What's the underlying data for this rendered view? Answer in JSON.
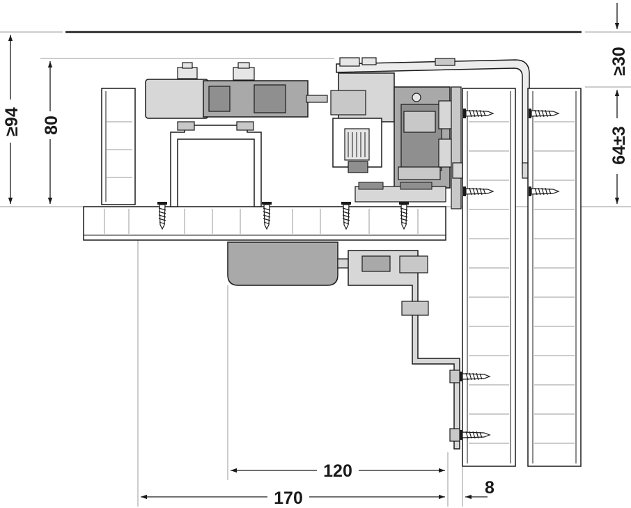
{
  "dimensions": {
    "ceiling_clearance": "≥94",
    "track_height": "80",
    "top_gap": "≥30",
    "adjust_range": "64±3",
    "door_offset": "120",
    "panel_offset": "170",
    "panel_thickness": "8"
  },
  "colors": {
    "line": "#1a1a1a",
    "fill_light": "#e6e6e6",
    "fill_mid": "#c8c8c8",
    "fill_dark": "#a9a9a9",
    "fill_darker": "#8f8f8f",
    "ref_line": "#9a9a9a"
  }
}
